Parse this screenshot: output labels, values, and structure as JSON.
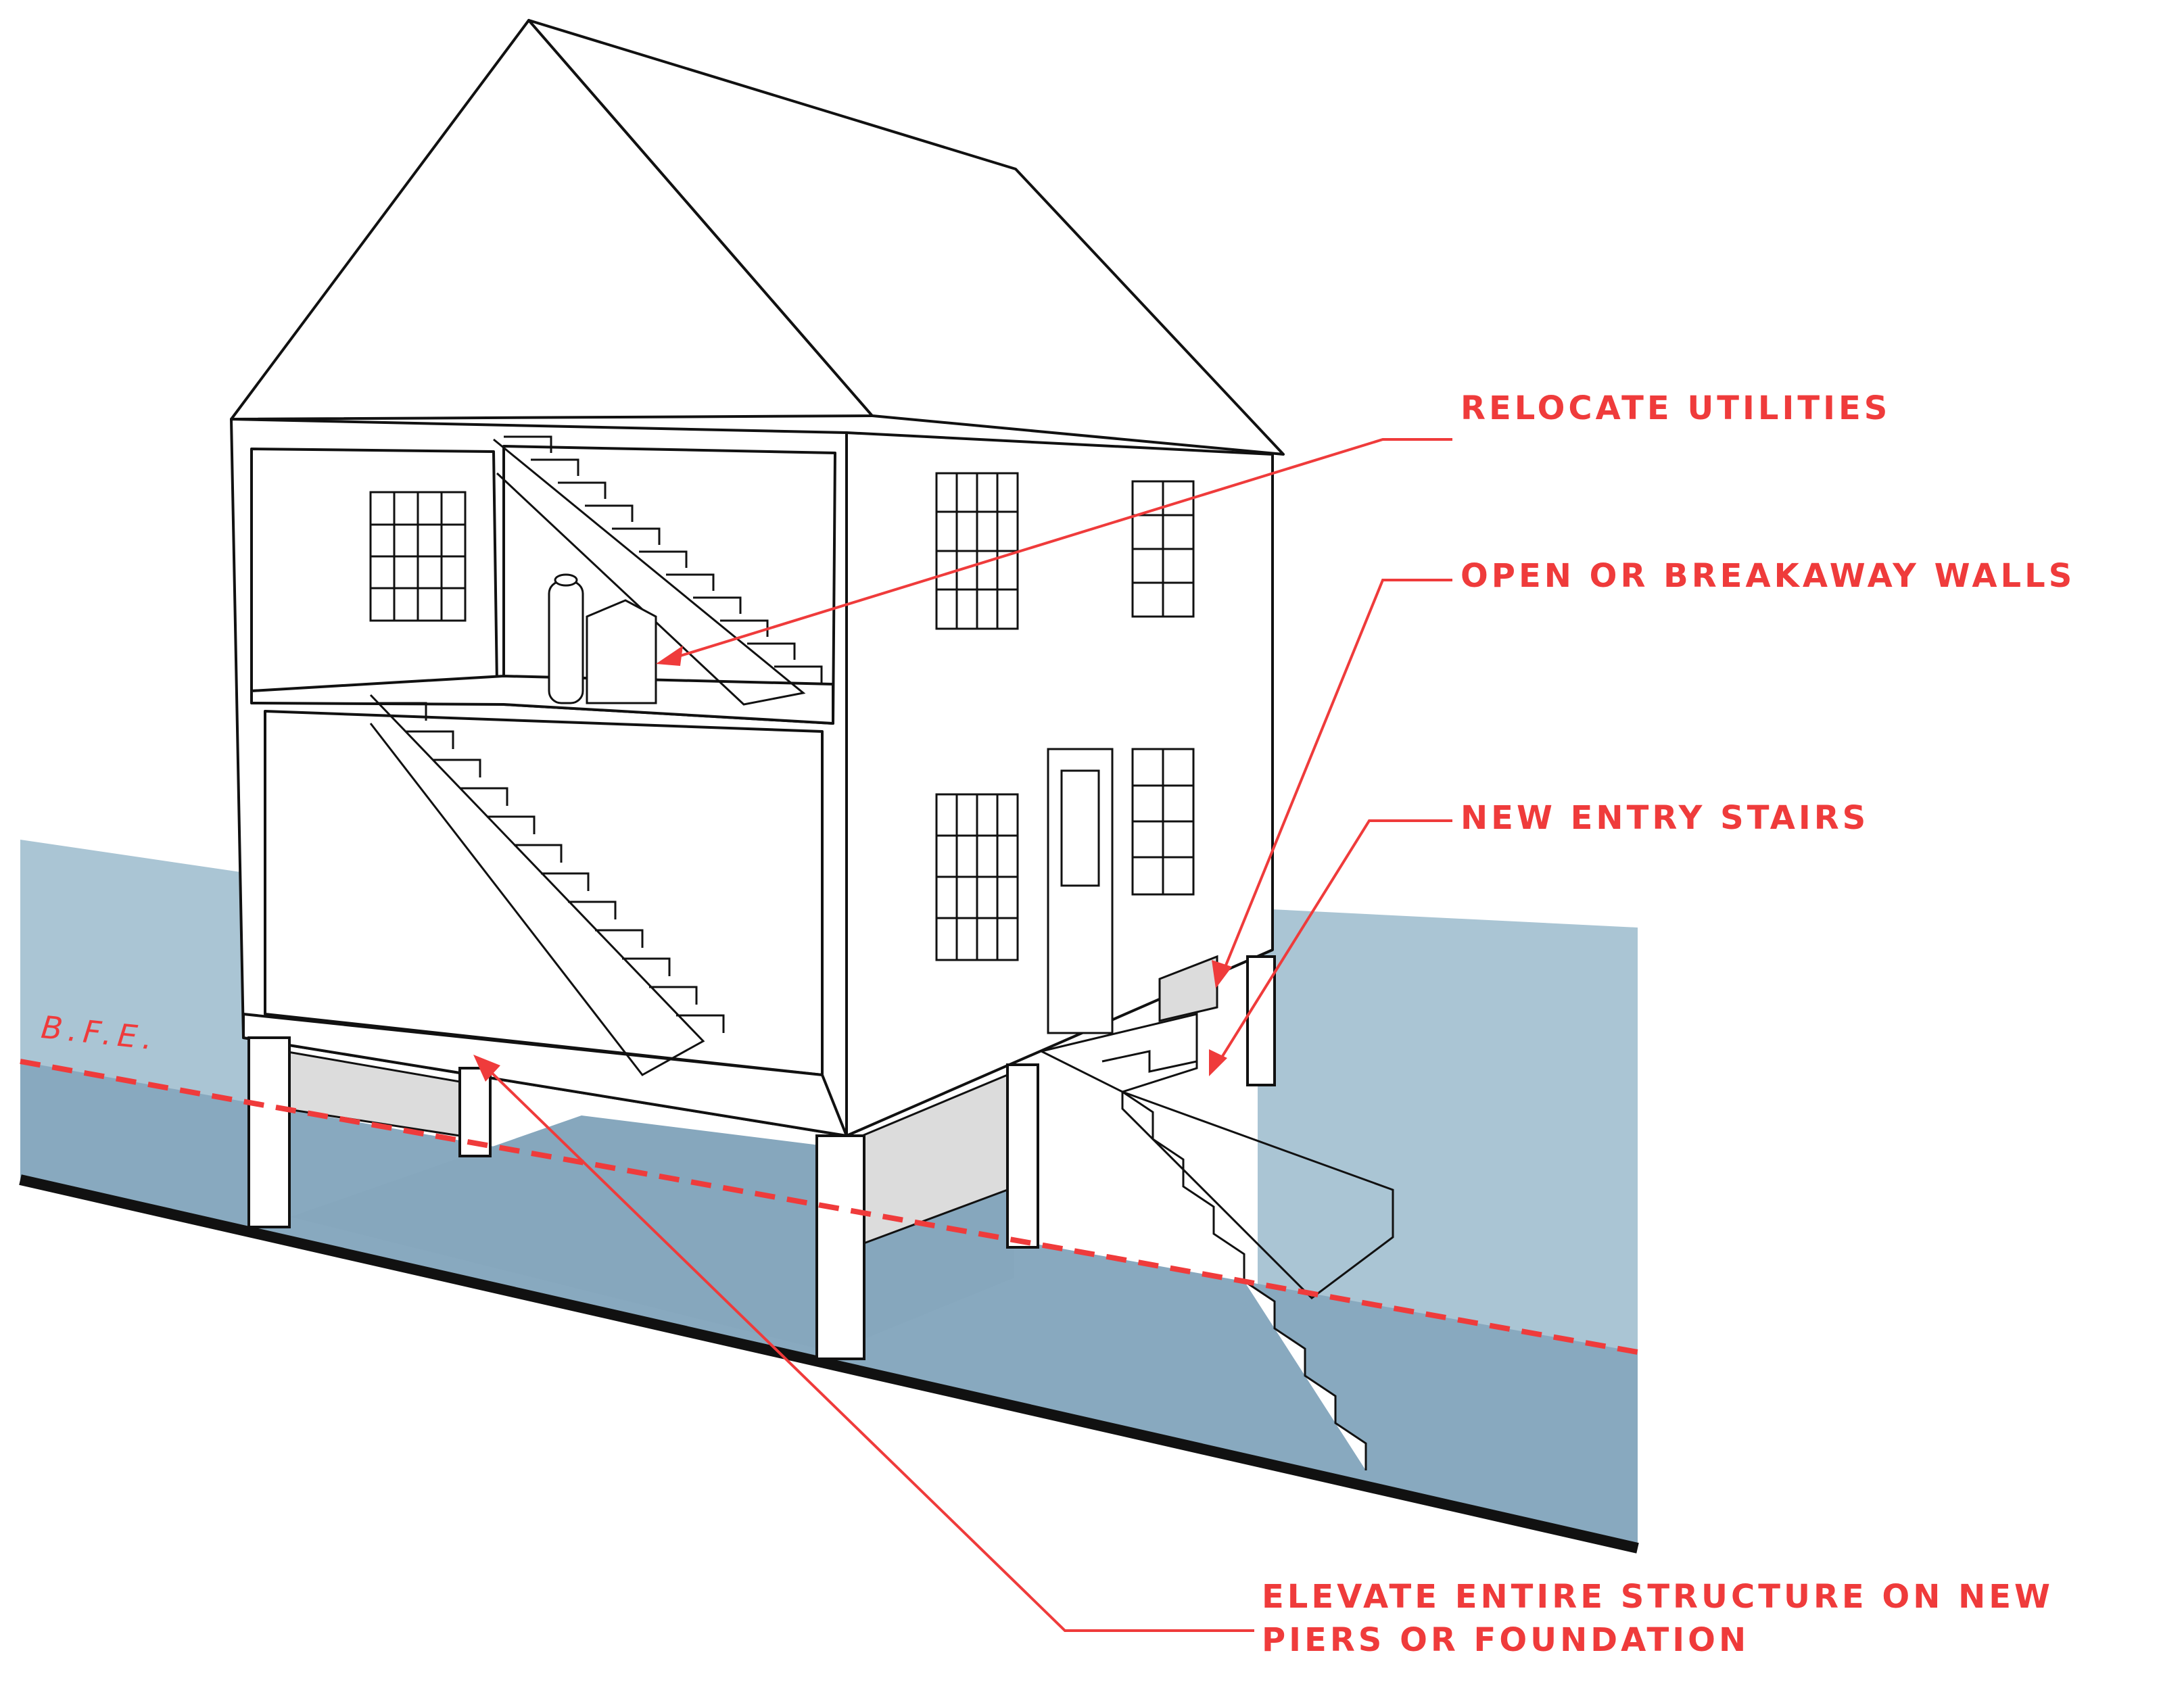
{
  "colors": {
    "annotation": "#ef3b3b",
    "flood_zone": "#9bb6c7",
    "flood_zone_light": "#aac5d4",
    "below_bfe": "#88a9bf",
    "outline": "#111111",
    "shadow": "#dcdcdc"
  },
  "labels": {
    "relocate_utilities": "RELOCATE UTILITIES",
    "open_breakaway_walls": "OPEN OR BREAKAWAY WALLS",
    "new_entry_stairs": "NEW ENTRY STAIRS",
    "elevate_line1": "ELEVATE ENTIRE STRUCTURE ON NEW",
    "elevate_line2": "PIERS OR FOUNDATION",
    "bfe": "B.F.E."
  }
}
